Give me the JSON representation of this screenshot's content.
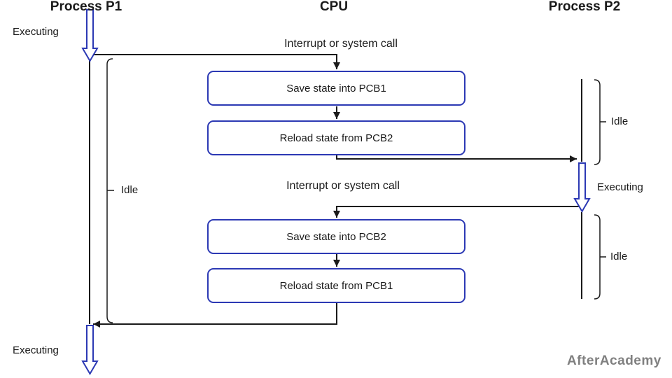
{
  "header": {
    "p1": "Process P1",
    "cpu": "CPU",
    "p2": "Process P2"
  },
  "labels": {
    "p1_executing_top": "Executing",
    "p1_idle": "Idle",
    "p1_executing_bottom": "Executing",
    "p2_idle_top": "Idle",
    "p2_executing": "Executing",
    "p2_idle_bottom": "Idle",
    "interrupt_top": "Interrupt or system call",
    "interrupt_bottom": "Interrupt or system call"
  },
  "steps": [
    {
      "label": "Save state into PCB1"
    },
    {
      "label": "Reload state from PCB2"
    },
    {
      "label": "Save state into PCB2"
    },
    {
      "label": "Reload state from PCB1"
    }
  ],
  "watermark": "AfterAcademy",
  "colors": {
    "accent_blue": "#2c39b4",
    "line_black": "#1a1a1a",
    "watermark_gray": "#808080"
  }
}
